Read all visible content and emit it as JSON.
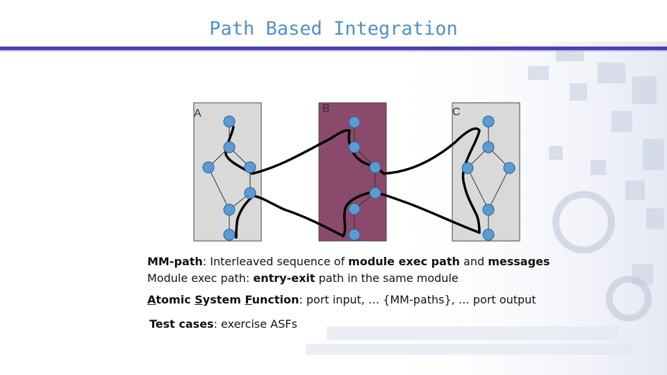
{
  "title": "Path Based Integration",
  "modules": [
    {
      "label": "A"
    },
    {
      "label": "B"
    },
    {
      "label": "C"
    }
  ],
  "colors": {
    "title": "#4f90c9",
    "module_box": "#d9d9d9",
    "module_b": "#8b4a6b",
    "node": "#5b9bd5",
    "rule": "#4a3fae"
  },
  "lines": {
    "mm_path": {
      "term": "MM-path",
      "sep": ": Interleaved sequence of ",
      "b1": "module exec path",
      "mid": " and ",
      "b2": "messages"
    },
    "exec_path": {
      "pre": "Module exec path: ",
      "b1": "entry-exit",
      "post": " path in the same module"
    },
    "asf": {
      "a": "A",
      "a_rest": "tomic ",
      "s": "S",
      "s_rest": "ystem ",
      "f": "F",
      "f_rest": "unction",
      "post": ": port input, … {MM-paths}, … port output"
    },
    "tests": {
      "term": "Test cases",
      "post": ": exercise ASFs"
    }
  }
}
